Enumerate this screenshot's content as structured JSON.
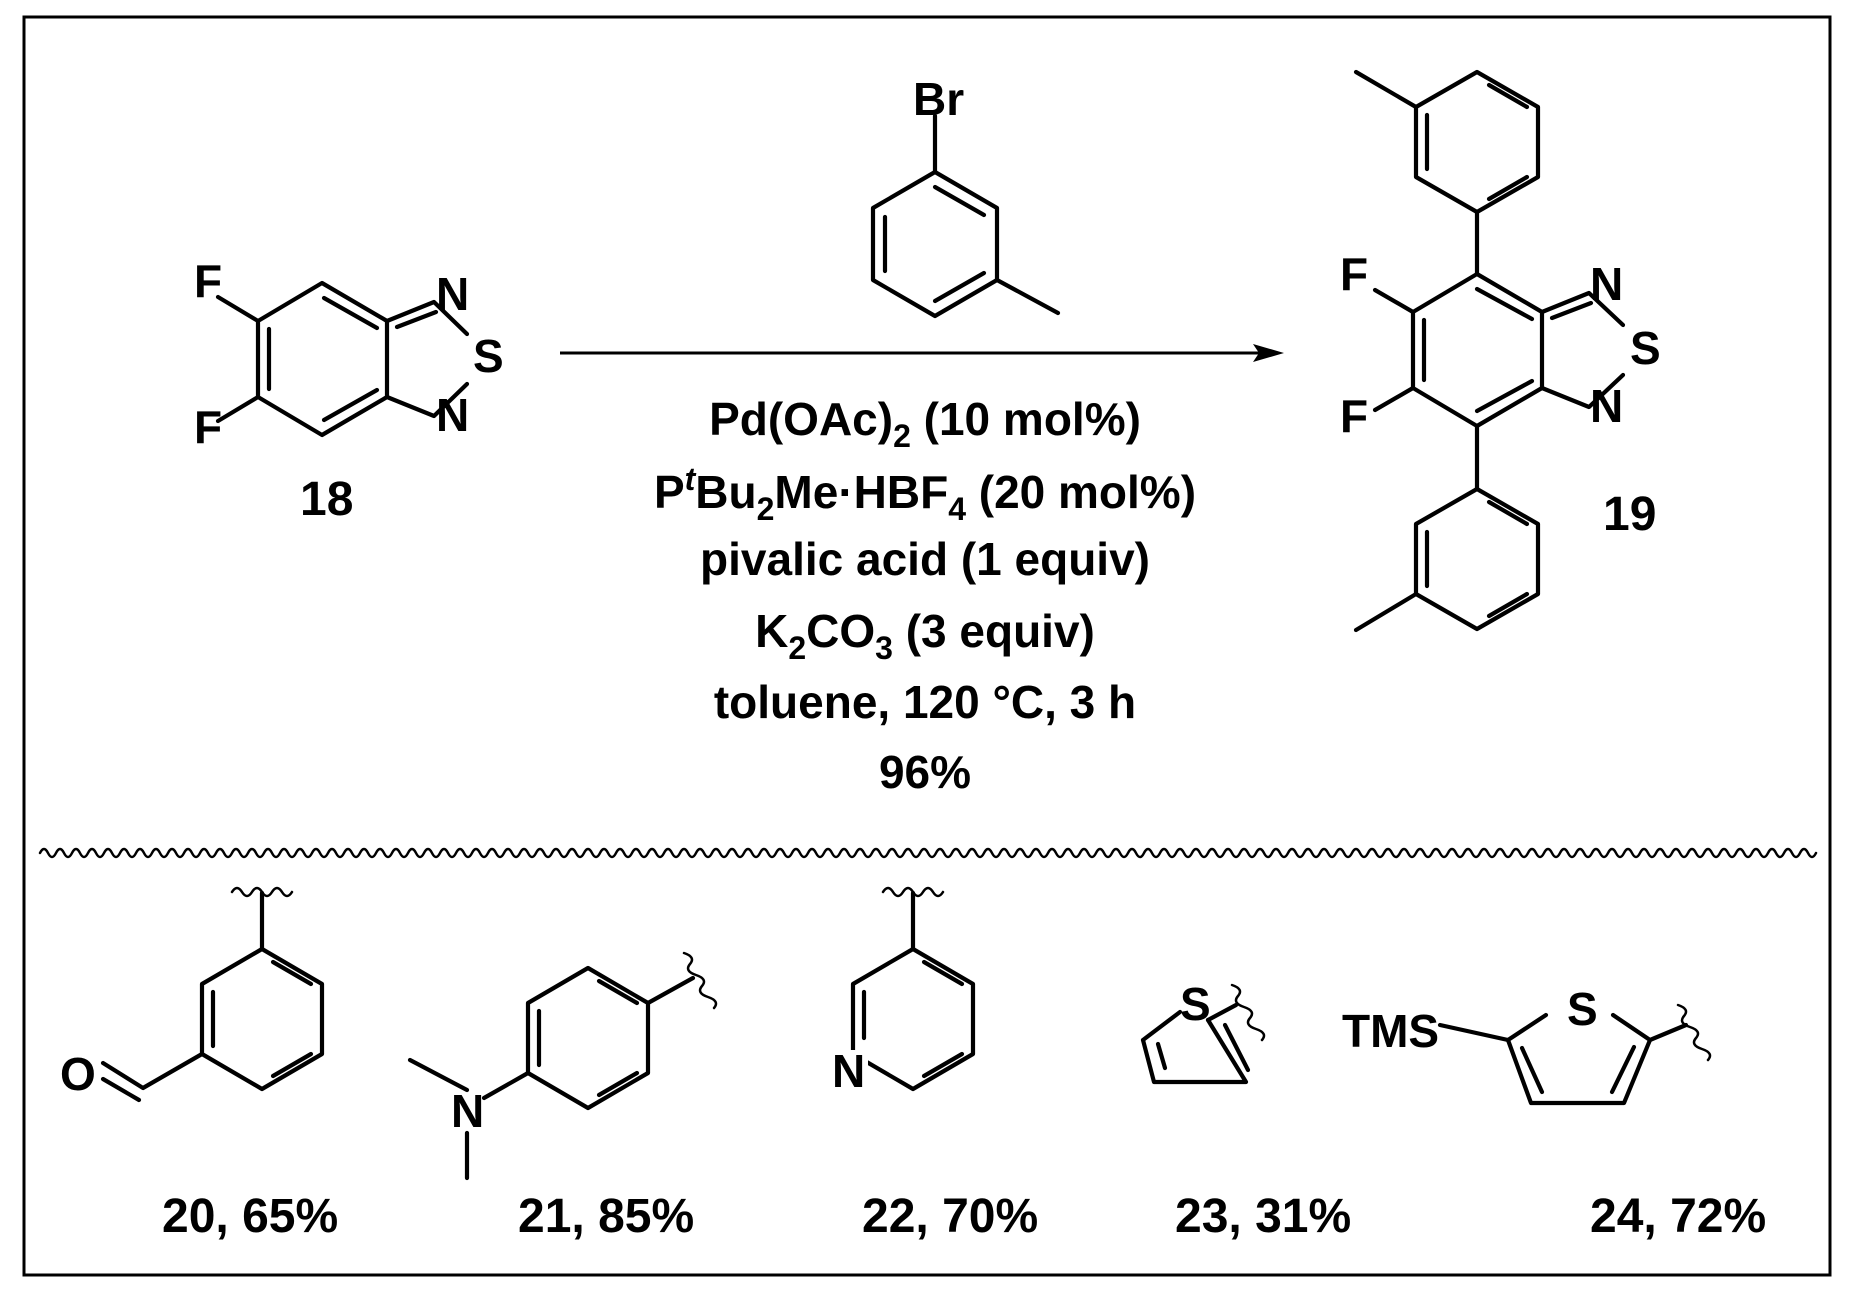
{
  "reaction": {
    "starting_material": {
      "label": "18",
      "atoms": {
        "F_top": "F",
        "F_bottom": "F",
        "N_top": "N",
        "S": "S",
        "N_bottom": "N"
      }
    },
    "reagent": {
      "atoms": {
        "Br": "Br"
      }
    },
    "product": {
      "label": "19",
      "atoms": {
        "F_top": "F",
        "F_bottom": "F",
        "N_top": "N",
        "S": "S",
        "N_bottom": "N"
      }
    },
    "conditions": {
      "catalyst": {
        "a": "Pd(OAc)",
        "b": "2",
        "c": " (10 mol%)"
      },
      "ligand": {
        "a": "P",
        "b": "t",
        "c": "Bu",
        "d": "2",
        "e": "Me·HBF",
        "f": "4",
        "g": " (20 mol%)"
      },
      "additive": "pivalic acid (1 equiv)",
      "base": {
        "a": "K",
        "b": "2",
        "c": "CO",
        "d": "3",
        "e": " (3 equiv)"
      },
      "solvent": "toluene, 120 °C, 3 h",
      "yield": "96%"
    }
  },
  "substrates": [
    {
      "label": "20, 65%",
      "atoms": [
        "O"
      ]
    },
    {
      "label": "21, 85%",
      "atoms": [
        "N"
      ]
    },
    {
      "label": "22, 70%",
      "atoms": [
        "N"
      ]
    },
    {
      "label": "23, 31%",
      "atoms": [
        "S"
      ]
    },
    {
      "label": "24, 72%",
      "atoms": [
        "TMS",
        "S"
      ]
    }
  ]
}
